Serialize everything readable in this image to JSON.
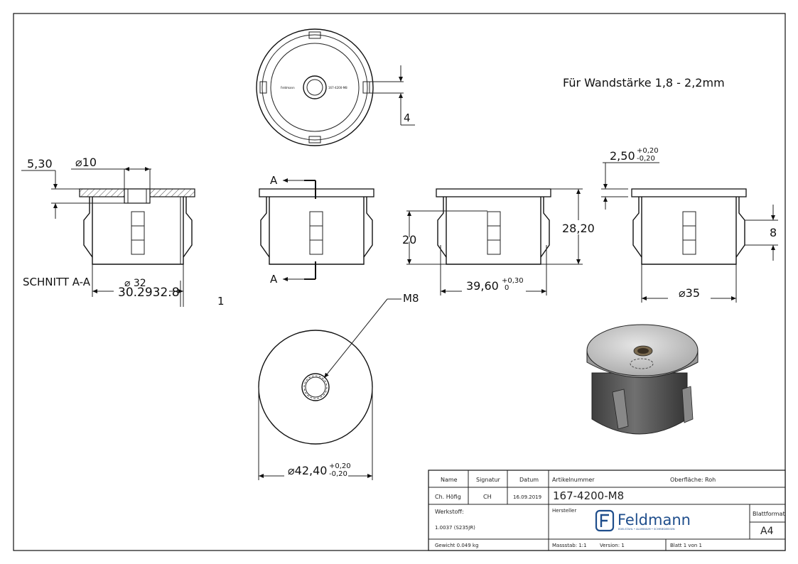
{
  "note": "Für Wandstärke 1,8 - 2,2mm",
  "section_view": {
    "dim_top_thickness": "5,30",
    "dim_hole_diameter": "⌀10",
    "section_label": "SCHNITT A-A",
    "dim_overlap_hidden": "⌀ 32",
    "dim_overlap_text": "30.2932.8",
    "stray_mark": "1"
  },
  "top_view": {
    "logo_small": "Feldmann",
    "article_small": "167-4200-M8",
    "dim_tab": "4"
  },
  "front_view": {
    "section_marker_top": "A",
    "section_marker_bottom": "A"
  },
  "side_view": {
    "dim_insert_height": "20",
    "dim_total_height": "28,20",
    "dim_insert_diameter": "39,60",
    "tol_insert_upper": "+0,30",
    "tol_insert_lower": "0"
  },
  "right_view": {
    "dim_flange": "2,50",
    "tol_flange_upper": "+0,20",
    "tol_flange_lower": "-0,20",
    "dim_tab_height": "8",
    "dim_bottom_diameter": "⌀35"
  },
  "bottom_view": {
    "thread_label": "M8",
    "dim_cap_diameter": "⌀42,40",
    "tol_cap_upper": "+0,20",
    "tol_cap_lower": "-0,20"
  },
  "title_block": {
    "col_name": "Name",
    "col_signature": "Signatur",
    "col_date": "Datum",
    "name_value": "Ch. Höfig",
    "signature_value": "CH",
    "date_value": "16.09.2019",
    "article_label": "Artikelnummer",
    "surface_label": "Oberfläche:",
    "surface_value": "Roh",
    "article_number": "167-4200-M8",
    "material_label": "Werkstoff:",
    "material_value": "1.0037 (S235JR)",
    "manufacturer_label": "Hersteller",
    "brand_name": "Feldmann",
    "brand_tagline": "EDELSTAHL • ALUMINIUM • SCHMIEDEEISEN",
    "format_label": "Blattformat",
    "format_value": "A4",
    "weight": "Gewicht 0.049 kg",
    "scale": "Massstab: 1:1",
    "version": "Version: 1",
    "sheet": "Blatt 1 von 1"
  },
  "colors": {
    "line": "#111111",
    "shading_light": "#d8d8d8",
    "shading_dark": "#5a5a5a",
    "brand": "#1f4e8c"
  }
}
